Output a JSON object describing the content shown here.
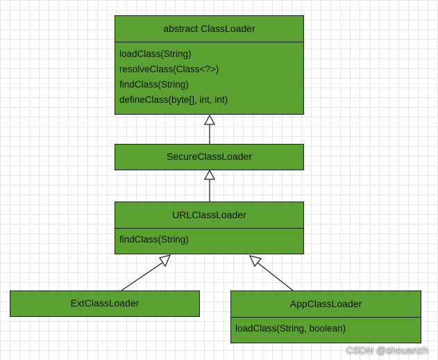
{
  "diagram": {
    "classes": {
      "class_loader": {
        "title": "abstract ClassLoader",
        "methods": [
          "loadClass(String)",
          "resolveClass(Class<?>)",
          "findClass(String)",
          "defineClass(byte[], int, int)"
        ]
      },
      "secure_class_loader": {
        "title": "SecureClassLoader"
      },
      "url_class_loader": {
        "title": "URLClassLoader",
        "methods": [
          "findClass(String)"
        ]
      },
      "ext_class_loader": {
        "title": "ExtClassLoader"
      },
      "app_class_loader": {
        "title": "AppClassLoader",
        "methods": [
          "loadClass(String, boolean)"
        ]
      }
    },
    "relations": [
      {
        "from": "SecureClassLoader",
        "to": "abstract ClassLoader",
        "type": "inheritance"
      },
      {
        "from": "URLClassLoader",
        "to": "SecureClassLoader",
        "type": "inheritance"
      },
      {
        "from": "ExtClassLoader",
        "to": "URLClassLoader",
        "type": "inheritance"
      },
      {
        "from": "AppClassLoader",
        "to": "URLClassLoader",
        "type": "inheritance"
      }
    ],
    "colors": {
      "box_fill": "#5aa132",
      "box_border": "#1c1c1c",
      "grid": "#e6e6e6"
    }
  },
  "watermark": "CSDN @shouanzh"
}
